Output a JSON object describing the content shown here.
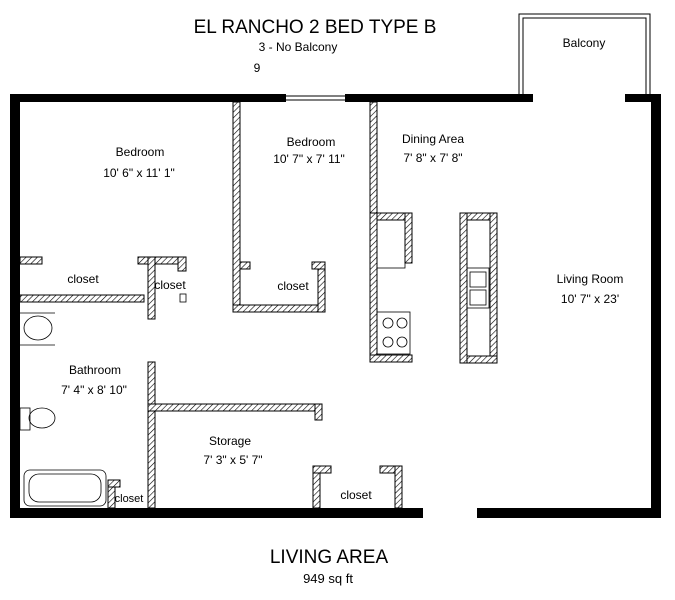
{
  "header": {
    "title": "EL RANCHO 2 BED TYPE B",
    "subtitle": "3 - No Balcony",
    "floor": "9"
  },
  "rooms": {
    "balcony": "Balcony",
    "bedroom1": {
      "name": "Bedroom",
      "size": "10' 6\" x 11' 1\""
    },
    "bedroom2": {
      "name": "Bedroom",
      "size": "10' 7\" x 7' 11\""
    },
    "dining": {
      "name": "Dining Area",
      "size": "7' 8\" x 7' 8\""
    },
    "living": {
      "name": "Living Room",
      "size": "10' 7\" x 23'"
    },
    "bathroom": {
      "name": "Bathroom",
      "size": "7' 4\" x 8' 10\""
    },
    "storage": {
      "name": "Storage",
      "size": "7' 3\" x 5' 7\""
    }
  },
  "closets": {
    "closet_a": "closet",
    "closet_b": "closet",
    "closet_c": "closet",
    "closet_d": "closet",
    "closet_e": "closet"
  },
  "footer": {
    "label": "LIVING AREA",
    "area": "949 sq ft"
  }
}
